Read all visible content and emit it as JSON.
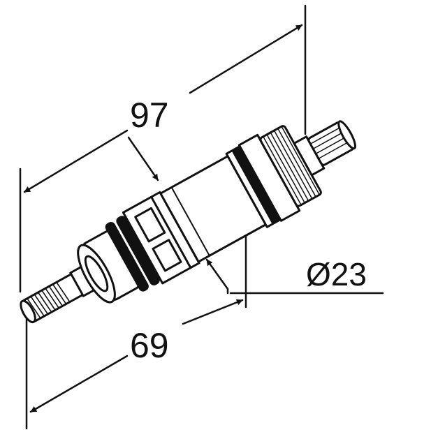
{
  "dimensions": {
    "overall_length": "97",
    "body_length": "69",
    "diameter": "Ø23"
  },
  "colors": {
    "line": "#111111",
    "background": "#ffffff"
  }
}
